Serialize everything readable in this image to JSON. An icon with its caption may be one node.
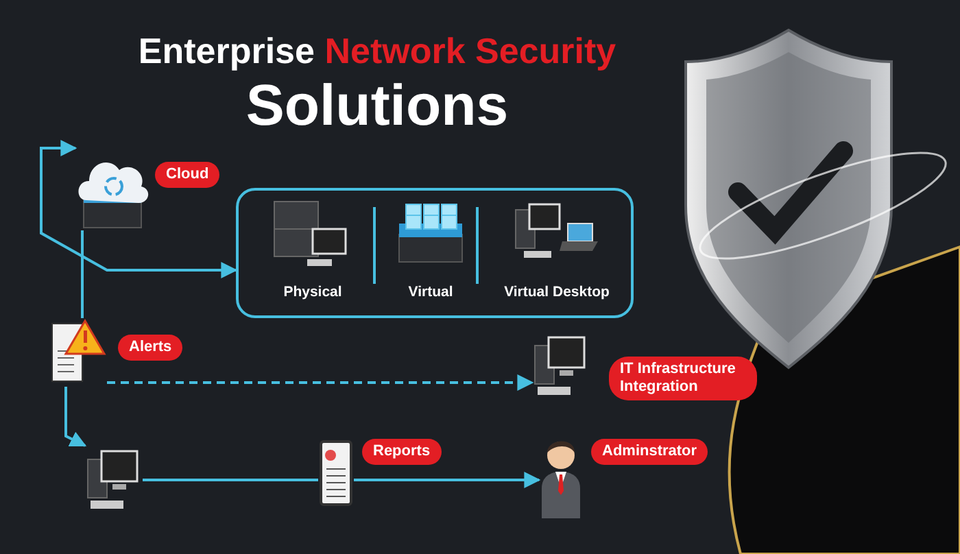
{
  "diagram": {
    "title": "Enterprise Network Security Solutions",
    "nodes": [
      {
        "text": [
          "Cloud"
        ]
      },
      {
        "text": [],
        "shape": "box"
      },
      {
        "text": [
          "Physical"
        ],
        "in": 1
      },
      {
        "text": [
          "Virtual"
        ],
        "in": 1
      },
      {
        "text": [
          "Virtual Desktop"
        ],
        "in": 1
      },
      {
        "text": [
          "Alerts"
        ]
      },
      {
        "text": [
          "IT Infrastructure Integration"
        ]
      },
      {
        "text": [],
        "shape": "picture"
      },
      {
        "text": [
          "Reports"
        ]
      },
      {
        "text": [
          "Adminstrator"
        ]
      }
    ],
    "edges": [
      {
        "from": null,
        "to": 0,
        "arrow": "to"
      },
      {
        "from": null,
        "to": 1,
        "arrow": "to"
      },
      {
        "from": 0,
        "to": 5,
        "arrow": "none"
      },
      {
        "from": 5,
        "to": 7,
        "arrow": "to"
      },
      {
        "from": 5,
        "to": 6,
        "arrow": "to",
        "style": "dashed"
      },
      {
        "from": 7,
        "to": 8,
        "arrow": "none"
      },
      {
        "from": 8,
        "to": 9,
        "arrow": "to"
      }
    ]
  }
}
